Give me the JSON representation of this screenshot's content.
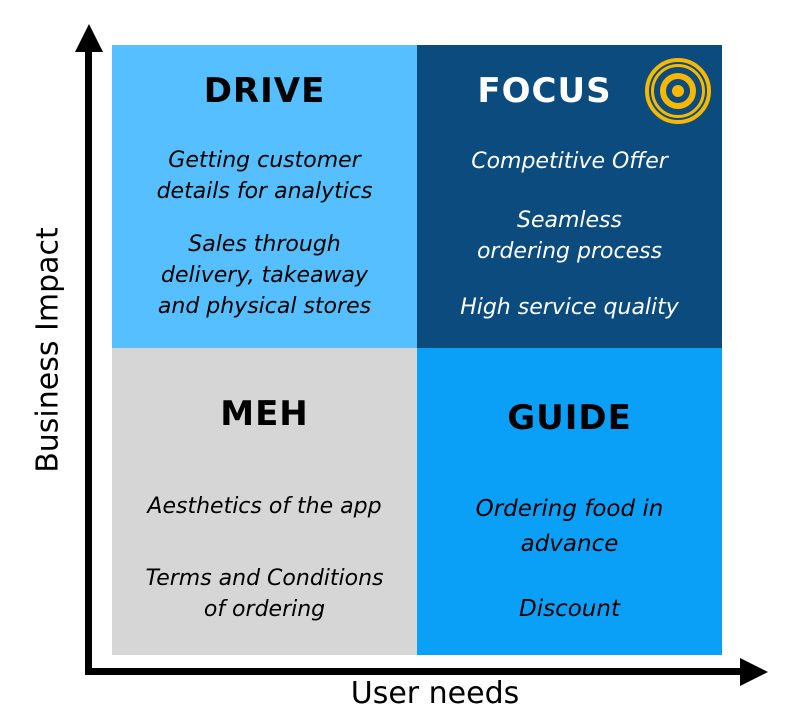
{
  "quadrants": {
    "drive": {
      "title": "DRIVE",
      "items": [
        "Getting customer details for analytics",
        "Sales through delivery, takeaway and physical stores"
      ],
      "color": "#55BFFF"
    },
    "focus": {
      "title": "FOCUS",
      "items": [
        "Competitive Offer",
        "Seamless ordering process",
        "High service quality"
      ],
      "color": "#0B4B7E",
      "icon": "target-icon"
    },
    "meh": {
      "title": "MEH",
      "items": [
        "Aesthetics of the app",
        "Terms and Conditions of ordering"
      ],
      "color": "#D6D6D6"
    },
    "guide": {
      "title": "GUIDE",
      "items": [
        "Ordering food in advance",
        "Discount"
      ],
      "color": "#0AA0F8"
    }
  },
  "axes": {
    "y_label": "Business Impact",
    "x_label": "User needs"
  }
}
